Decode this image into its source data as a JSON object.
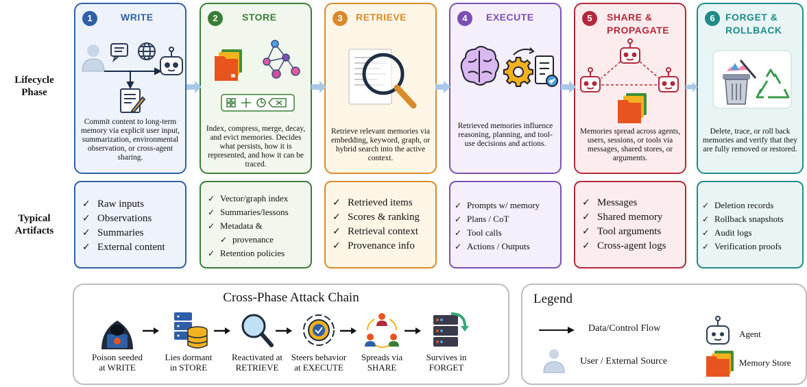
{
  "row_labels": {
    "lifecycle": "Lifecycle Phase",
    "artifacts": "Typical Artifacts"
  },
  "phases": [
    {
      "num": "1",
      "title": "WRITE",
      "desc": "Commit content to long-term memory via explicit user input, summarization, environmental observation, or cross-agent sharing.",
      "color": "#2e5fa8",
      "bg": "#eef3fb"
    },
    {
      "num": "2",
      "title": "STORE",
      "desc": "Index, compress, merge, decay, and evict memories. Decides what persists, how it is represented, and how it can be traced.",
      "color": "#3a7d38",
      "bg": "#f1f7ec"
    },
    {
      "num": "3",
      "title": "RETRIEVE",
      "desc": "Retrieve relevant memories via embedding, keyword, graph, or hybrid search into the active context.",
      "color": "#d98a2b",
      "bg": "#fdf6e6"
    },
    {
      "num": "4",
      "title": "EXECUTE",
      "desc": "Retrieved memories influence reasoning, planning, and tool-use decisions and actions.",
      "color": "#7b4fb3",
      "bg": "#f5effb"
    },
    {
      "num": "5",
      "title": "SHARE & PROPAGATE",
      "desc": "Memories spread across agents, users, sessions, or tools via messages, shared stores, or arguments.",
      "color": "#b3283a",
      "bg": "#fcecee"
    },
    {
      "num": "6",
      "title": "FORGET & ROLLBACK",
      "desc": "Delete, trace, or roll back memories and verify that they are fully removed or restored.",
      "color": "#1f8a8a",
      "bg": "#e8f5f4"
    }
  ],
  "artifacts": [
    [
      "Raw inputs",
      "Observations",
      "Summaries",
      "External content"
    ],
    [
      "Vector/graph index",
      "Summaries/lessons",
      "Metadata &",
      "provenance",
      "Retention policies"
    ],
    [
      "Retrieved items",
      "Scores & ranking",
      "Retrieval context",
      "Provenance info"
    ],
    [
      "Prompts w/ memory",
      "Plans / CoT",
      "Tool calls",
      "Actions / Outputs"
    ],
    [
      "Messages",
      "Shared memory",
      "Tool arguments",
      "Cross-agent logs"
    ],
    [
      "Deletion records",
      "Rollback snapshots",
      "Audit logs",
      "Verification proofs"
    ]
  ],
  "chain": {
    "title": "Cross-Phase Attack Chain",
    "steps": [
      {
        "line1": "Poison seeded",
        "line2": "at WRITE"
      },
      {
        "line1": "Lies dormant",
        "line2": "in STORE"
      },
      {
        "line1": "Reactivated at",
        "line2": "RETRIEVE"
      },
      {
        "line1": "Steers behavior",
        "line2": "at EXECUTE"
      },
      {
        "line1": "Spreads via",
        "line2": "SHARE"
      },
      {
        "line1": "Survives in",
        "line2": "FORGET"
      }
    ]
  },
  "legend": {
    "title": "Legend",
    "flow": "Data/Control Flow",
    "agent": "Agent",
    "user": "User / External Source",
    "store": "Memory Store"
  }
}
